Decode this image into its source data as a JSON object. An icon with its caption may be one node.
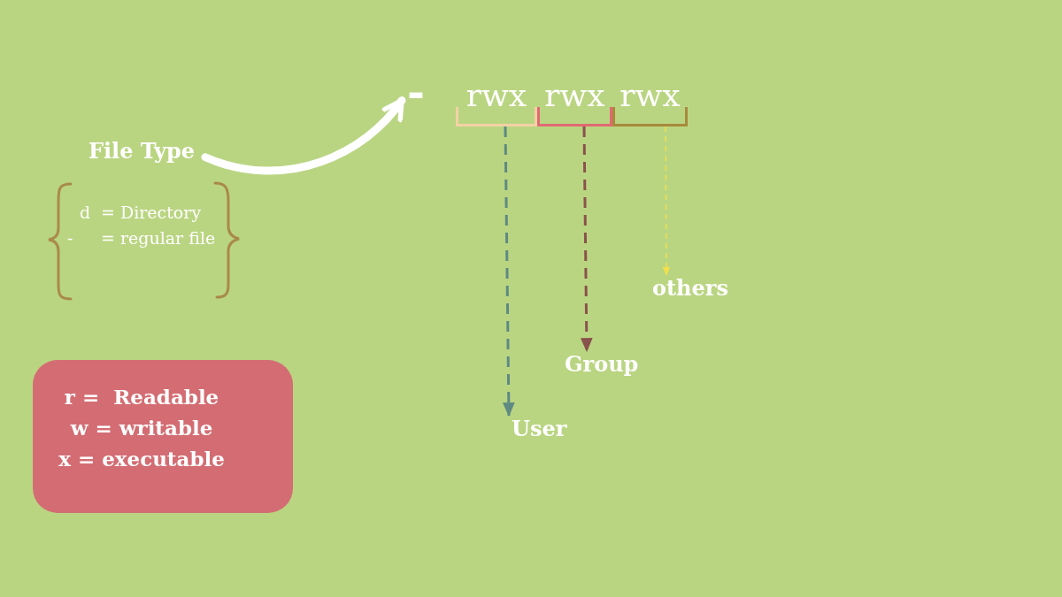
{
  "diagram": {
    "nodes": [
      {
        "text": [
          "File Type"
        ]
      },
      {
        "text": [
          "-"
        ]
      },
      {
        "text": [
          "rwx"
        ]
      },
      {
        "text": [
          "rwx"
        ]
      },
      {
        "text": [
          "rwx"
        ]
      },
      {
        "text": [
          "User"
        ]
      },
      {
        "text": [
          "Group"
        ]
      },
      {
        "text": [
          "others"
        ]
      },
      {
        "text": [
          "r =  Readable",
          "w = writable",
          "x = executable"
        ]
      }
    ],
    "edges": [
      {
        "from": 0,
        "to": 1,
        "arrow": "to",
        "style": "thick",
        "color": "#ffffff"
      },
      {
        "from": 2,
        "to": 5,
        "arrow": "to",
        "style": "dashed",
        "color": "#5e8a82"
      },
      {
        "from": 3,
        "to": 6,
        "arrow": "to",
        "style": "dashed",
        "color": "#8a524c"
      },
      {
        "from": 4,
        "to": 7,
        "arrow": "to",
        "style": "dashed",
        "color": "#f2e04c"
      }
    ],
    "labels": [
      "d",
      "= Directory",
      "-",
      "= regular file"
    ]
  }
}
